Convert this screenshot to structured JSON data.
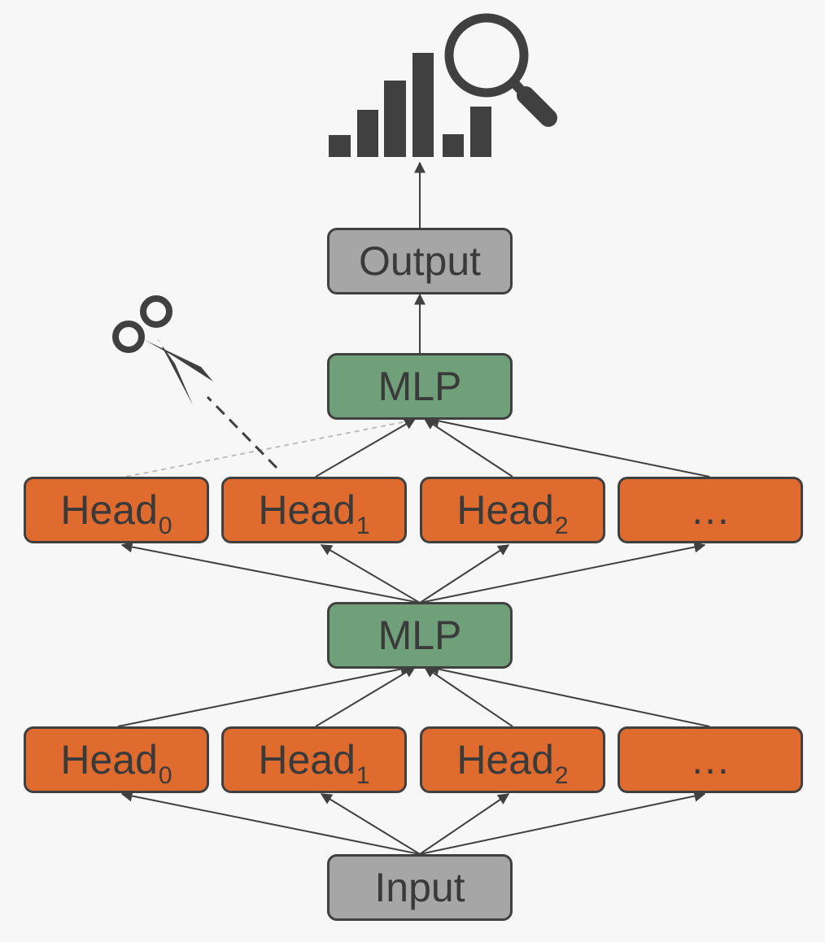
{
  "diagram": {
    "output_label": "Output",
    "input_label": "Input",
    "upper_mlp_label": "MLP",
    "lower_mlp_label": "MLP",
    "upper_heads": [
      {
        "label": "Head",
        "sub": "0"
      },
      {
        "label": "Head",
        "sub": "1"
      },
      {
        "label": "Head",
        "sub": "2"
      },
      {
        "label": "…",
        "sub": ""
      }
    ],
    "lower_heads": [
      {
        "label": "Head",
        "sub": "0"
      },
      {
        "label": "Head",
        "sub": "1"
      },
      {
        "label": "Head",
        "sub": "2"
      },
      {
        "label": "…",
        "sub": ""
      }
    ],
    "icons": [
      "bar-chart-icon",
      "magnifier-icon",
      "scissors-icon"
    ],
    "colors": {
      "head": "#df6b2f",
      "mlp": "#70a07a",
      "io": "#a6a6a6",
      "outline": "#404040",
      "background": "#f7f7f7"
    }
  }
}
